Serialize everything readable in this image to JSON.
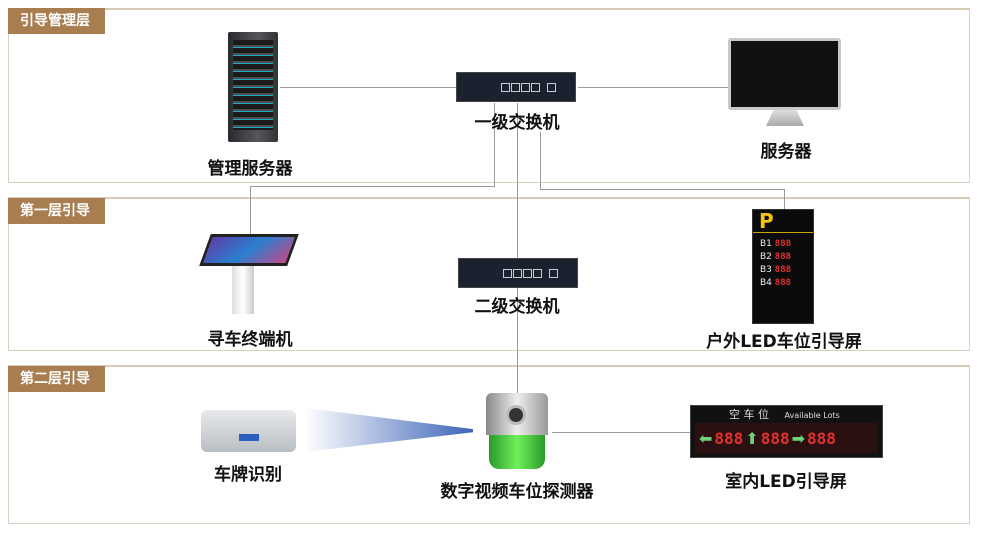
{
  "layers": [
    {
      "tag": "引导管理层"
    },
    {
      "tag": "第一层引导"
    },
    {
      "tag": "第二层引导"
    }
  ],
  "nodes": {
    "mgmt_server": "管理服务器",
    "switch1": "一级交换机",
    "server": "服务器",
    "terminal": "寻车终端机",
    "switch2": "二级交换机",
    "outdoor_led": "户外LED车位引导屏",
    "plate_recognition": "车牌识别",
    "detector": "数字视频车位探测器",
    "indoor_led": "室内LED引导屏"
  },
  "outdoor_sign": {
    "logo": "P",
    "rows": [
      "B1",
      "B2",
      "B3",
      "B4"
    ],
    "digits": "888"
  },
  "indoor_sign": {
    "title": "空 车 位",
    "subtitle": "Available Lots",
    "digits": "888"
  },
  "colors": {
    "tag": "#a87d50",
    "led_red": "#e0312e",
    "arrow_green": "#6fd17a",
    "detector_green": "#3fd63a"
  }
}
